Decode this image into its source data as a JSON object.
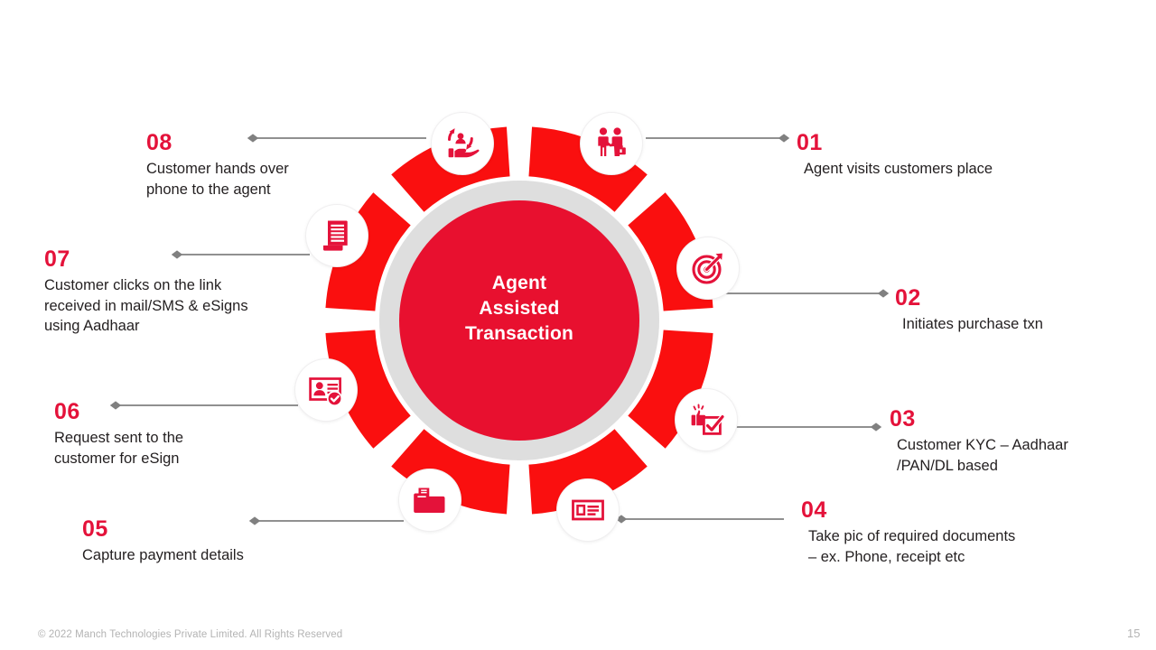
{
  "center": {
    "line1": "Agent",
    "line2": "Assisted",
    "line3": "Transaction"
  },
  "colors": {
    "segment_red": "#fa0f0f",
    "inner_circle": "#e8102f",
    "gray_ring": "#dedede",
    "number_red": "#e4123a",
    "icon_red": "#e4123a",
    "connector_gray": "#808080",
    "text_dark": "#231f20",
    "footer_gray": "#b3b3b3"
  },
  "steps": [
    {
      "number": "01",
      "text": "Agent visits customers place",
      "icon": "handshake-briefcase-icon"
    },
    {
      "number": "02",
      "text": "Initiates purchase txn",
      "icon": "target-arrow-icon"
    },
    {
      "number": "03",
      "text": "Customer KYC – Aadhaar\n/PAN/DL based",
      "icon": "thumbs-up-checkbox-icon"
    },
    {
      "number": "04",
      "text": "Take pic of required documents\n– ex. Phone, receipt etc",
      "icon": "id-card-lines-icon"
    },
    {
      "number": "05",
      "text": "Capture payment details",
      "icon": "folder-documents-icon"
    },
    {
      "number": "06",
      "text": "Request sent to the\ncustomer for eSign",
      "icon": "id-card-verified-icon"
    },
    {
      "number": "07",
      "text": "Customer clicks on the link\nreceived in mail/SMS & eSigns\nusing Aadhaar",
      "icon": "signed-document-icon"
    },
    {
      "number": "08",
      "text": "Customer hands over\nphone to the agent",
      "icon": "hand-phone-exchange-icon"
    }
  ],
  "footer": {
    "copyright": "© 2022 Manch Technologies Private Limited. All Rights Reserved",
    "page_number": "15"
  }
}
